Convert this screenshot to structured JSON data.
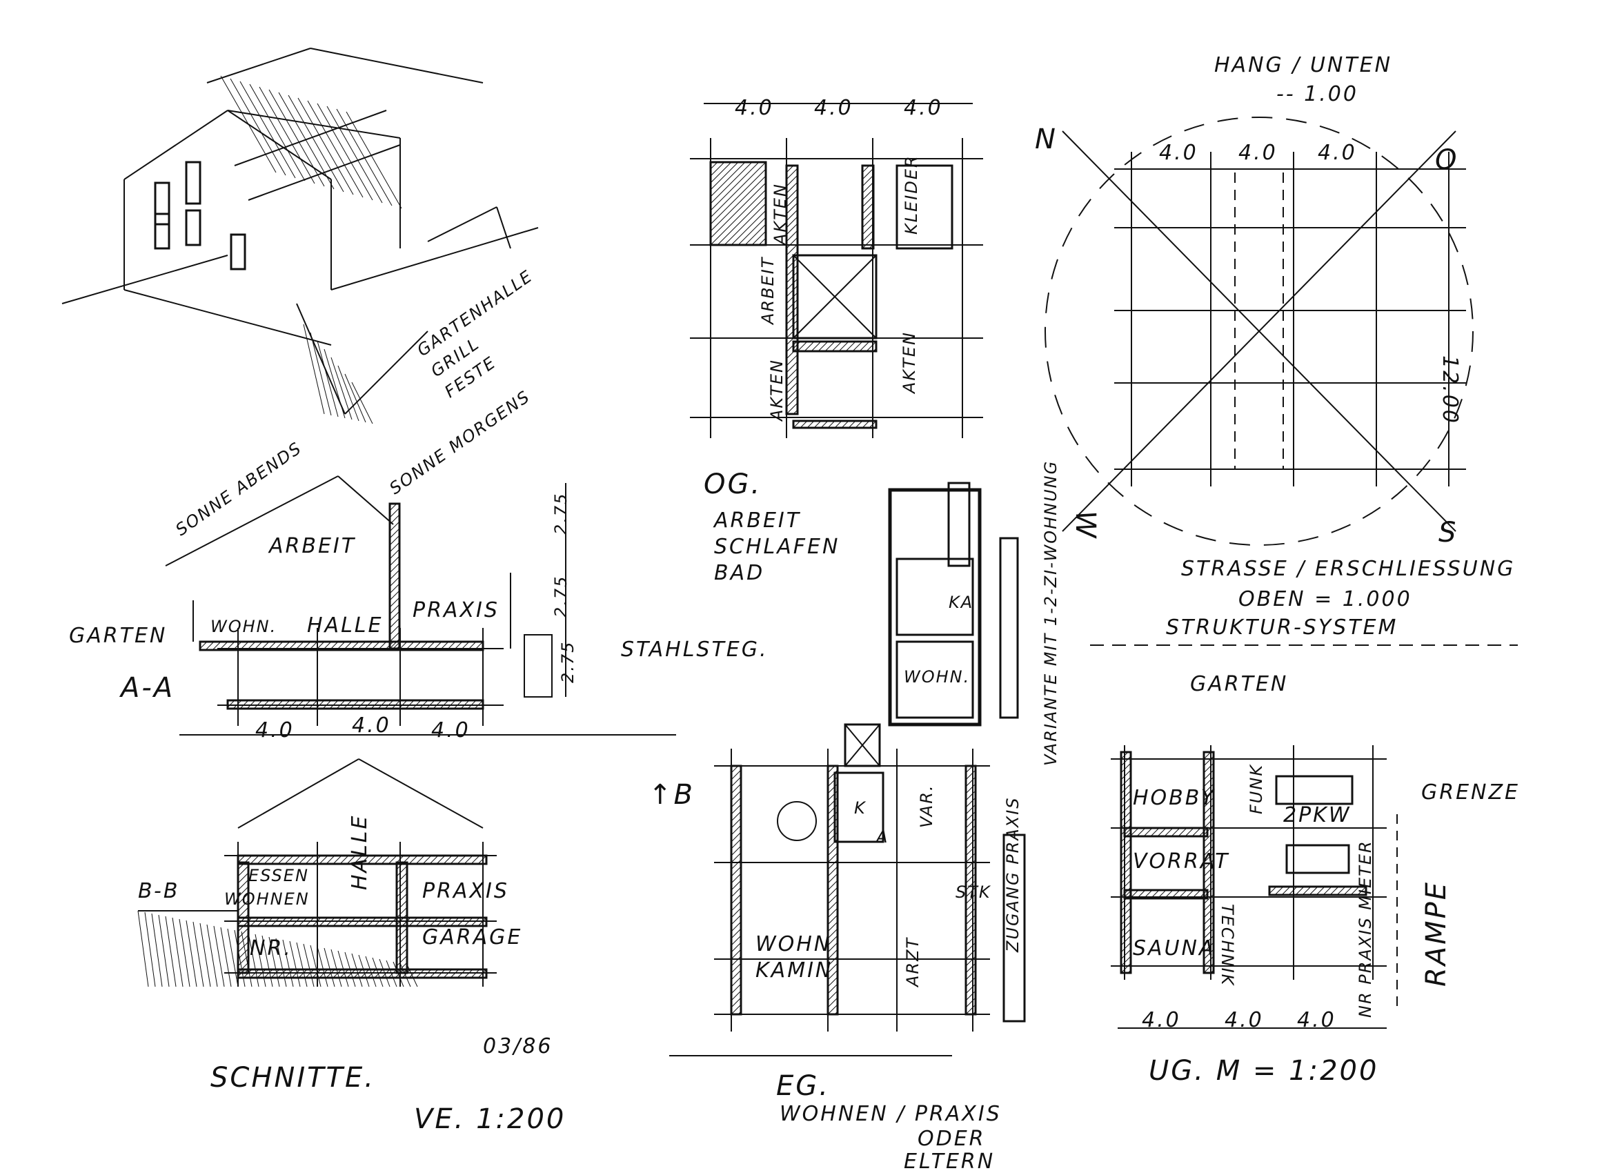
{
  "isometric": {
    "label_lines": [
      "GARTENHALLE",
      "GRILL",
      "FESTE"
    ]
  },
  "section_aa": {
    "title": "A-A",
    "garden": "GARTEN",
    "sun_evening": "SONNE ABENDS",
    "sun_morning": "SONNE MORGENS",
    "rooms": [
      "ARBEIT",
      "WOHN.",
      "HALLE",
      "PRAXIS"
    ],
    "steel_bridge": "STAHLSTEG.",
    "heights": [
      "2.75",
      "2.75",
      "2.75"
    ],
    "dims": [
      "4.0",
      "4.0",
      "4.0"
    ]
  },
  "section_bb": {
    "title": "B-B",
    "rooms": [
      "ESSEN",
      "WOHNEN",
      "HALLE",
      "PRAXIS",
      "NR.",
      "GARAGE"
    ]
  },
  "sections_caption": {
    "title": "SCHNITTE.",
    "date": "03/86",
    "scale": "VE. 1:200"
  },
  "og_plan": {
    "dims": [
      "4.0",
      "4.0",
      "4.0"
    ],
    "rooms": [
      "AKTEN",
      "KLEIDER",
      "ARBEIT",
      "AKTEN",
      "AKTEN"
    ],
    "title": "OG.",
    "caption": [
      "ARBEIT",
      "SCHLAFEN",
      "BAD"
    ]
  },
  "structure_plan": {
    "top_note": "HANG / UNTEN",
    "top_level": "-- 1.00",
    "dims": [
      "4.0",
      "4.0",
      "4.0"
    ],
    "span": "12.00",
    "compass": {
      "n": "N",
      "o": "O",
      "s": "S",
      "w": "W"
    },
    "caption": [
      "STRASSE / ERSCHLIESSUNG",
      "OBEN = 1.000",
      "STRUKTUR-SYSTEM"
    ]
  },
  "variant_plan": {
    "rooms": [
      "KA",
      "WOHN."
    ],
    "caption": "VARIANTE MIT 1-2-ZI-WOHNUNG"
  },
  "eg_plan": {
    "section_mark": "B",
    "section_mark_a": "A",
    "rooms": [
      "K",
      "VAR.",
      "STK",
      "WOHN",
      "KAMIN",
      "ARZT"
    ],
    "entry": "ZUGANG PRAXIS",
    "caption": [
      "EG.",
      "WOHNEN / PRAXIS",
      "ODER",
      "ELTERN"
    ]
  },
  "ug_plan": {
    "garden": "GARTEN",
    "boundary": "GRENZE",
    "ramp": "RAMPE",
    "rooms": [
      "HOBBY",
      "FUNK",
      "2PKW",
      "VORRAT",
      "SAUNA",
      "TECHNIK",
      "NR PRAXIS MIETER"
    ],
    "dims": [
      "4.0",
      "4.0",
      "4.0"
    ],
    "caption": "UG.  M = 1:200"
  }
}
